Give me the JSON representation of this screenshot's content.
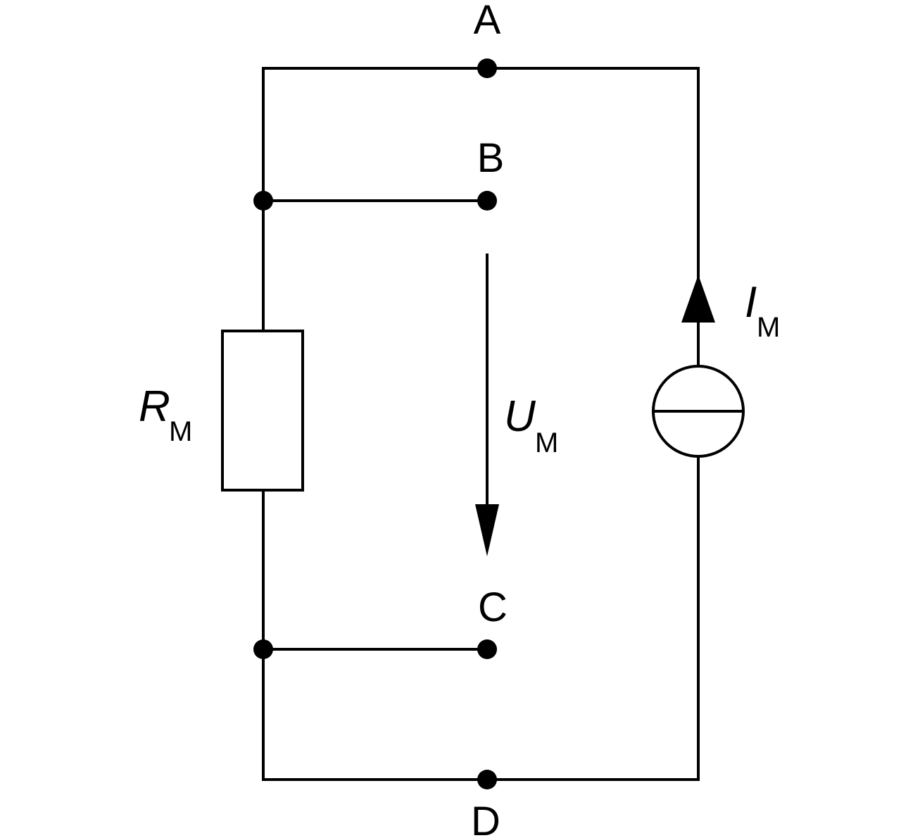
{
  "nodes": {
    "a": "A",
    "b": "B",
    "c": "C",
    "d": "D"
  },
  "resistor": {
    "symbol": "R",
    "subscript": "M"
  },
  "voltage": {
    "symbol": "U",
    "subscript": "M"
  },
  "current": {
    "symbol": "I",
    "subscript": "M"
  },
  "colors": {
    "line": "#000000",
    "background": "#ffffff"
  }
}
